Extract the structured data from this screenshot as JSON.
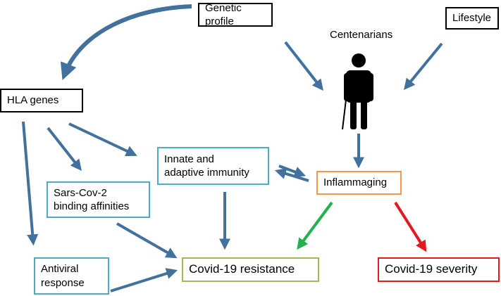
{
  "nodes": {
    "genetic_profile": "Genetic profile",
    "lifestyle": "Lifestyle",
    "centenarians": "Centenarians",
    "hla_genes": "HLA genes",
    "innate_line1": "Innate and",
    "innate_line2": "adaptive immunity",
    "inflammaging": "Inflammaging",
    "sars_line1": "Sars-Cov-2",
    "sars_line2": "binding affinities",
    "antiviral_line1": "Antiviral",
    "antiviral_line2": "response",
    "covid_resistance": "Covid-19 resistance",
    "covid_severity": "Covid-19 severity"
  },
  "colors": {
    "arrow": "#41719c",
    "green_arrow": "#22b14c",
    "red_arrow": "#e31a1c",
    "black_border": "#000000",
    "blue_border": "#4bacc6",
    "orange_border": "#f79646",
    "green_border": "#9bbb59",
    "red_border": "#e31a1c"
  },
  "icons": [
    "person-with-cane-icon"
  ]
}
